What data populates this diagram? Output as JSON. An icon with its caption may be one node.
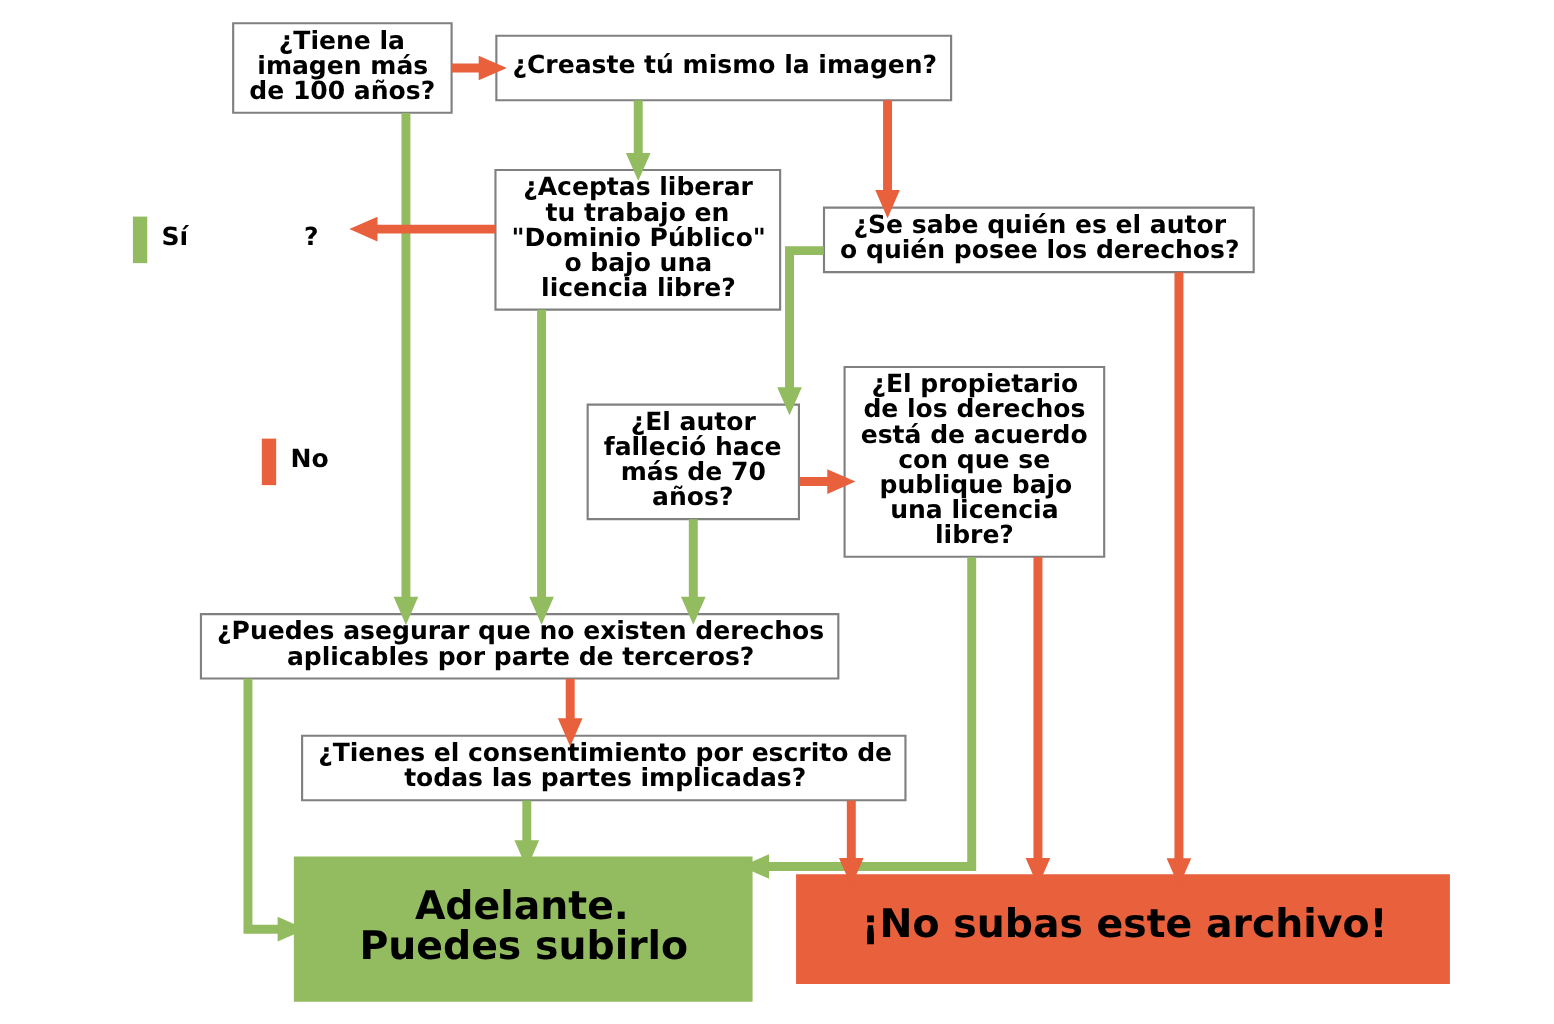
{
  "diagram": {
    "nodes": [
      {
        "text": [
          "¿Tiene la imagen más de 100 años?"
        ]
      },
      {
        "text": [
          "¿Creaste tú mismo la imagen?"
        ]
      },
      {
        "text": [
          "¿Aceptas liberar tu trabajo en \"Dominio Público\" o bajo una licencia libre?"
        ]
      },
      {
        "text": [
          "¿Se sabe quién es el autor o quién posee los derechos?"
        ]
      },
      {
        "text": [
          "¿El autor falleció hace más de 70 años?"
        ]
      },
      {
        "text": [
          "¿El propietario de los derechos está de acuerdo con que se publique bajo una licencia libre?"
        ]
      },
      {
        "text": [
          "¿Puedes asegurar que no existen derechos aplicables por parte de terceros?"
        ]
      },
      {
        "text": [
          "¿Tienes el consentimiento por escrito de todas las partes implicadas?"
        ]
      },
      {
        "text": [
          "Adelante. Puedes subirlo"
        ]
      },
      {
        "text": [
          "¡No subas este archivo!"
        ]
      },
      {
        "text": [
          "?"
        ]
      }
    ],
    "edges": [
      {
        "from": 0,
        "to": 1,
        "arrow": "to",
        "color": "#e8603c"
      },
      {
        "from": 0,
        "to": 6,
        "arrow": "to",
        "color": "#93bb5f"
      },
      {
        "from": 1,
        "to": 2,
        "arrow": "to",
        "color": "#93bb5f"
      },
      {
        "from": 1,
        "to": 3,
        "arrow": "to",
        "color": "#e8603c"
      },
      {
        "from": 2,
        "to": 10,
        "arrow": "to",
        "color": "#e8603c"
      },
      {
        "from": 2,
        "to": 6,
        "arrow": "to",
        "color": "#93bb5f"
      },
      {
        "from": 3,
        "to": 4,
        "arrow": "to",
        "color": "#93bb5f"
      },
      {
        "from": 3,
        "to": 9,
        "arrow": "to",
        "color": "#e8603c"
      },
      {
        "from": 4,
        "to": 5,
        "arrow": "to",
        "color": "#e8603c"
      },
      {
        "from": 4,
        "to": 6,
        "arrow": "to",
        "color": "#93bb5f"
      },
      {
        "from": 5,
        "to": 8,
        "arrow": "to",
        "color": "#93bb5f"
      },
      {
        "from": 5,
        "to": 9,
        "arrow": "to",
        "color": "#e8603c"
      },
      {
        "from": 6,
        "to": 8,
        "arrow": "to",
        "color": "#93bb5f"
      },
      {
        "from": 6,
        "to": 7,
        "arrow": "to",
        "color": "#e8603c"
      },
      {
        "from": 7,
        "to": 8,
        "arrow": "to",
        "color": "#93bb5f"
      },
      {
        "from": 7,
        "to": 9,
        "arrow": "to",
        "color": "#e8603c"
      }
    ],
    "legend": [
      {
        "text": "Sí"
      },
      {
        "text": "No"
      }
    ]
  }
}
